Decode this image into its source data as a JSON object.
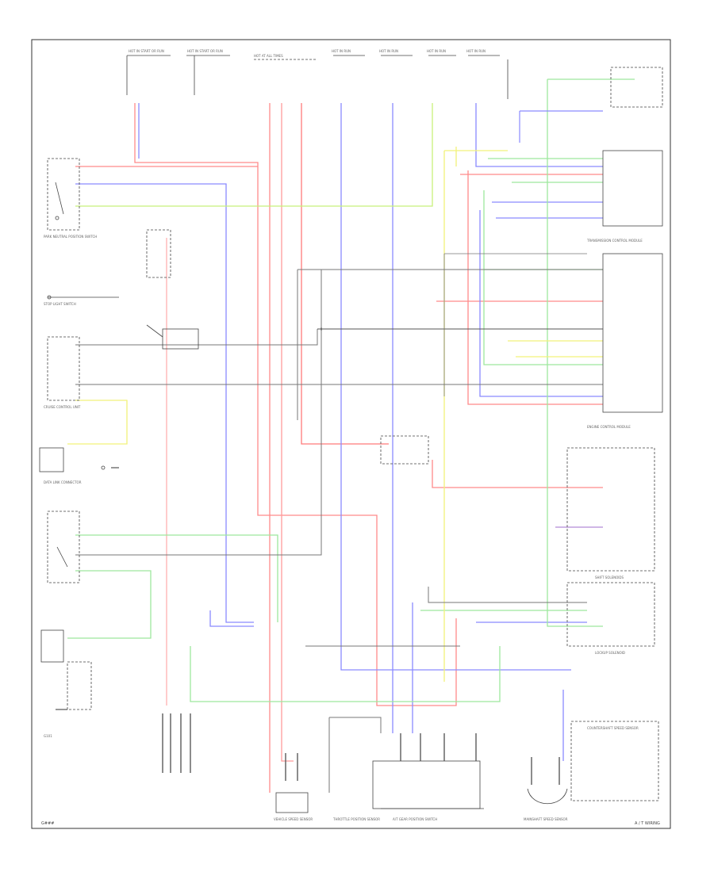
{
  "diagram": {
    "footer_left": "G###",
    "footer_right": "A / T WIRING",
    "colors": {
      "red": "#ff8a8a",
      "pink": "#ffb0b0",
      "blue": "#8a8aff",
      "green": "#9de89d",
      "yellow": "#f2f27a",
      "gray": "#777777",
      "black": "#222222",
      "purple": "#b58ad8"
    },
    "components": {
      "top_fuses": [
        "HOT IN START OR RUN",
        "HOT IN START OR RUN",
        "HOT AT ALL TIMES",
        "HOT IN RUN",
        "HOT IN RUN",
        "HOT IN RUN",
        "HOT IN RUN"
      ],
      "park_neutral": "PARK NEUTRAL POSITION SWITCH",
      "stop_light": "STOP LIGHT SWITCH",
      "data_link": "DATA LINK CONNECTOR",
      "cruise": "CRUISE CONTROL UNIT",
      "tcm": "TRANSMISSION CONTROL MODULE",
      "pcm": "ENGINE CONTROL MODULE",
      "shift_solenoids": "SHIFT SOLENOIDS",
      "lockup": "LOCKUP SOLENOID",
      "selector": "A/T GEAR POSITION SWITCH",
      "speed_sensor": "VEHICLE SPEED SENSOR",
      "mainshaft": "MAINSHAFT SPEED SENSOR",
      "countershaft": "COUNTERSHAFT SPEED SENSOR",
      "throttle": "THROTTLE POSITION SENSOR",
      "ground": "G101"
    }
  }
}
